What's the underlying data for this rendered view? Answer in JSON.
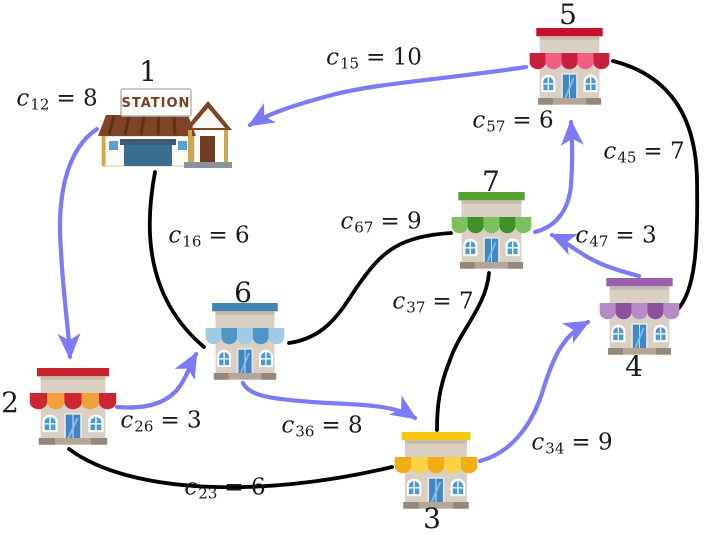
{
  "figure": {
    "background": "#ffffff",
    "text_color": "#1a1a1a",
    "arrow_color": "#7b7bf7",
    "edge_color": "#000000"
  },
  "nodes": [
    {
      "id": "1",
      "label": "1",
      "type": "station",
      "sign_text": "STATION"
    },
    {
      "id": "2",
      "label": "2",
      "type": "shop",
      "colors": {
        "sign": "#c8232c",
        "awning_a": "#cc2630",
        "awning_b": "#f2a13a"
      }
    },
    {
      "id": "3",
      "label": "3",
      "type": "shop",
      "colors": {
        "sign": "#f6c90f",
        "awning_a": "#f3ac13",
        "awning_b": "#fdd247"
      }
    },
    {
      "id": "4",
      "label": "4",
      "type": "shop",
      "colors": {
        "sign": "#9a5fae",
        "awning_a": "#b68cc6",
        "awning_b": "#8e4fa0"
      }
    },
    {
      "id": "5",
      "label": "5",
      "type": "shop",
      "colors": {
        "sign": "#c8102e",
        "awning_a": "#c6203c",
        "awning_b": "#ef5f85"
      }
    },
    {
      "id": "6",
      "label": "6",
      "type": "shop",
      "colors": {
        "sign": "#4285b4",
        "awning_a": "#9fcbe4",
        "awning_b": "#4f96c8"
      }
    },
    {
      "id": "7",
      "label": "7",
      "type": "shop",
      "colors": {
        "sign": "#55a031",
        "awning_a": "#7fbf5e",
        "awning_b": "#3f8f2d"
      }
    }
  ],
  "edges": [
    {
      "sym": "c",
      "sub": "12",
      "rest": "= 8",
      "from": "1",
      "to": "2",
      "directed": true
    },
    {
      "sym": "c",
      "sub": "15",
      "rest": "= 10",
      "from": "5",
      "to": "1",
      "directed": true
    },
    {
      "sym": "c",
      "sub": "16",
      "rest": "= 6",
      "from": "1",
      "to": "6",
      "directed": false
    },
    {
      "sym": "c",
      "sub": "23",
      "rest": "= 6",
      "from": "2",
      "to": "3",
      "directed": false
    },
    {
      "sym": "c",
      "sub": "26",
      "rest": "= 3",
      "from": "2",
      "to": "6",
      "directed": true
    },
    {
      "sym": "c",
      "sub": "34",
      "rest": "= 9",
      "from": "3",
      "to": "4",
      "directed": true
    },
    {
      "sym": "c",
      "sub": "36",
      "rest": "= 8",
      "from": "6",
      "to": "3",
      "directed": true
    },
    {
      "sym": "c",
      "sub": "37",
      "rest": "= 7",
      "from": "3",
      "to": "7",
      "directed": false
    },
    {
      "sym": "c",
      "sub": "45",
      "rest": "= 7",
      "from": "4",
      "to": "5",
      "directed": false
    },
    {
      "sym": "c",
      "sub": "47",
      "rest": "= 3",
      "from": "4",
      "to": "7",
      "directed": true
    },
    {
      "sym": "c",
      "sub": "57",
      "rest": "= 6",
      "from": "7",
      "to": "5",
      "directed": true
    },
    {
      "sym": "c",
      "sub": "67",
      "rest": "= 9",
      "from": "6",
      "to": "7",
      "directed": false
    }
  ]
}
